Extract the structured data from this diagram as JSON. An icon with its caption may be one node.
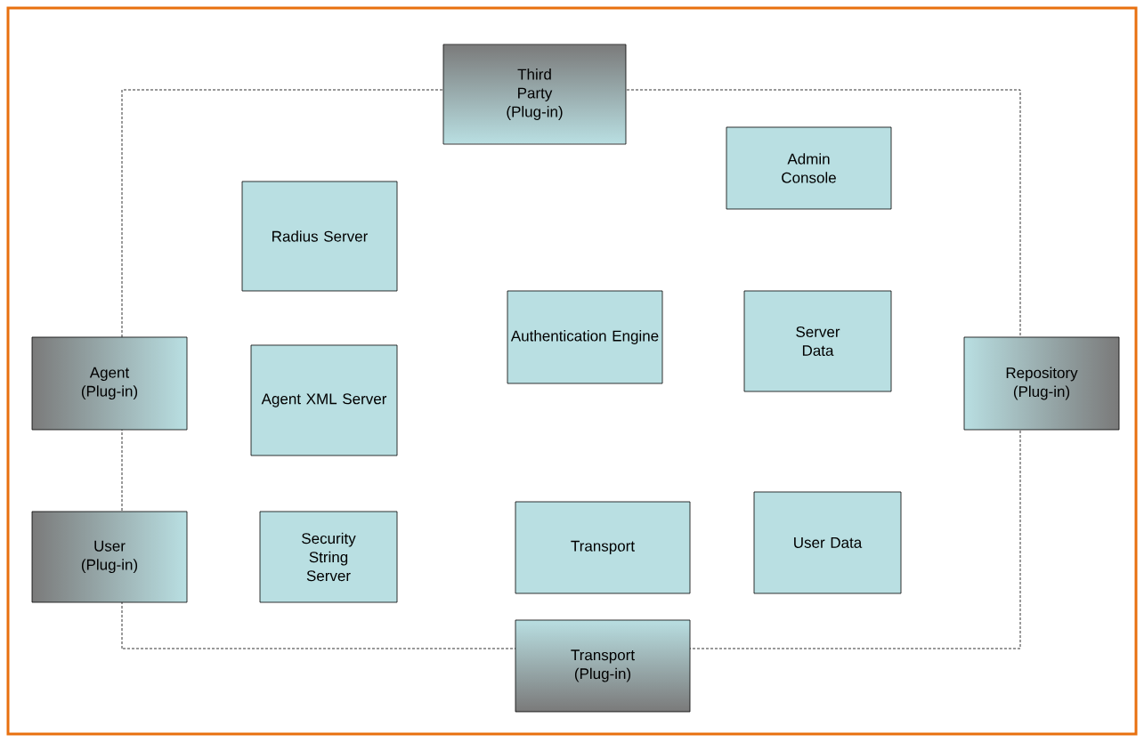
{
  "diagram": {
    "nodes": [
      {
        "text": [
          "Third Party (Plug-in)"
        ]
      },
      {
        "text": [
          "Admin Console"
        ]
      },
      {
        "text": [
          "Radius Server"
        ]
      },
      {
        "text": [
          "Authentication Engine"
        ]
      },
      {
        "text": [
          "Server Data"
        ]
      },
      {
        "text": [
          "Agent (Plug-in)"
        ]
      },
      {
        "text": [
          "Repository (Plug-in)"
        ]
      },
      {
        "text": [
          "Agent XML Server"
        ]
      },
      {
        "text": [
          "User (Plug-in)"
        ]
      },
      {
        "text": [
          "Security String Server"
        ]
      },
      {
        "text": [
          "Transport"
        ]
      },
      {
        "text": [
          "User Data"
        ]
      },
      {
        "text": [
          "Transport (Plug-in)"
        ]
      }
    ],
    "edges": []
  }
}
